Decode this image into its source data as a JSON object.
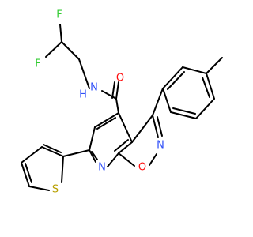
{
  "structure": {
    "atoms": {
      "F_top": {
        "symbol": "F",
        "color": "#33cc33"
      },
      "F_left": {
        "symbol": "F",
        "color": "#33cc33"
      },
      "N_amide": {
        "symbol": "N",
        "color": "#3050f8"
      },
      "H_amide": {
        "symbol": "H",
        "color": "#3050f8"
      },
      "O_carbonyl": {
        "symbol": "O",
        "color": "#ff0d0d"
      },
      "N_isoxazole": {
        "symbol": "N",
        "color": "#3050f8"
      },
      "O_isoxazole": {
        "symbol": "O",
        "color": "#ff0d0d"
      },
      "N_pyridine": {
        "symbol": "N",
        "color": "#3050f8"
      },
      "S_thiophene": {
        "symbol": "S",
        "color": "#b8a000"
      }
    },
    "bond_color": "#000000"
  }
}
